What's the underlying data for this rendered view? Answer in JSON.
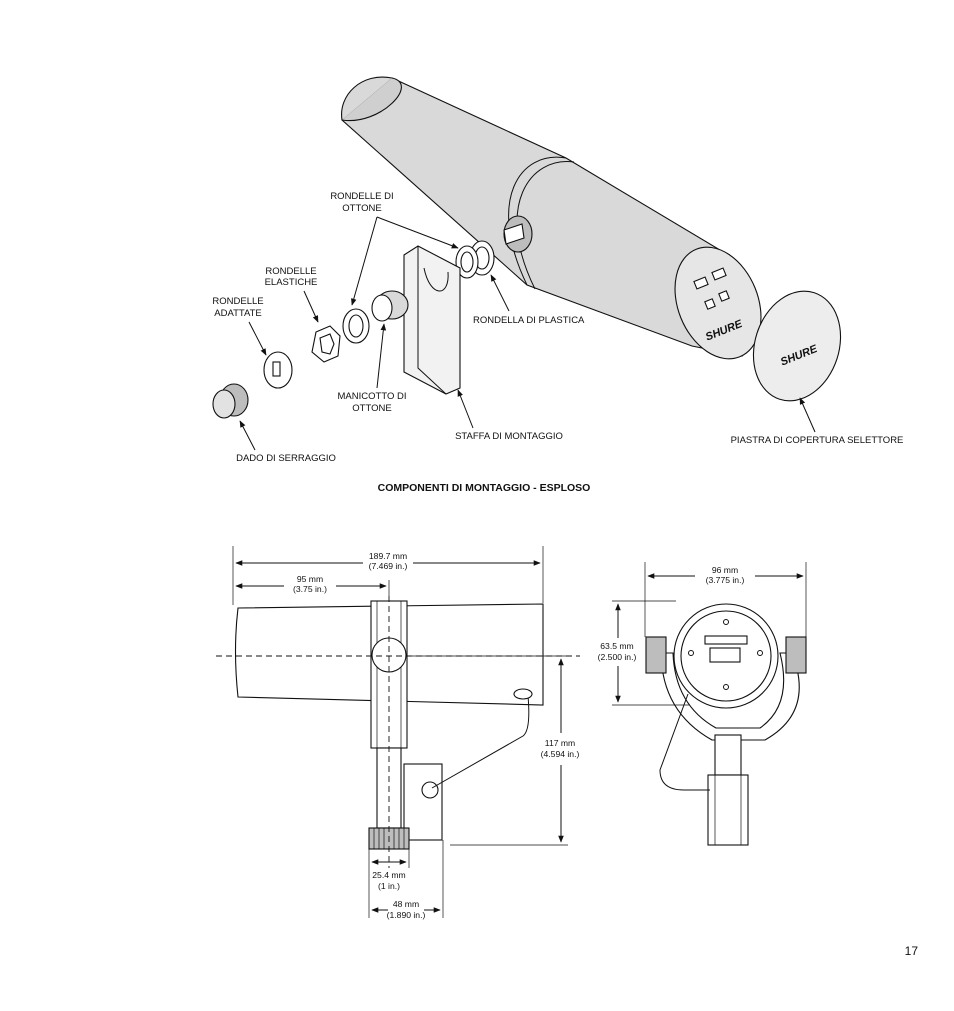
{
  "exploded": {
    "title": "COMPONENTI DI MONTAGGIO - ESPLOSO",
    "labels": {
      "brass_washers_l1": "RONDELLE DI",
      "brass_washers_l2": "OTTONE",
      "spring_washers_l1": "RONDELLE",
      "spring_washers_l2": "ELASTICHE",
      "adapter_washers_l1": "RONDELLE",
      "adapter_washers_l2": "ADATTATE",
      "plastic_washer": "RONDELLA DI PLASTICA",
      "brass_sleeve_l1": "MANICOTTO DI",
      "brass_sleeve_l2": "OTTONE",
      "mount_bracket": "STAFFA DI MONTAGGIO",
      "lock_nut": "DADO DI SERRAGGIO",
      "cover_plate": "PIASTRA DI COPERTURA SELETTORE"
    },
    "logo_text": "SHURE"
  },
  "dimensions": {
    "side": {
      "total_len_mm": "189.7 mm",
      "total_len_in": "(7.469 in.)",
      "pivot_mm": "95 mm",
      "pivot_in": "(3.75 in.)",
      "height_mm": "117 mm",
      "height_in": "(4.594 in.)",
      "nut_mm": "25.4 mm",
      "nut_in": "(1 in.)",
      "base_mm": "48 mm",
      "base_in": "(1.890 in.)"
    },
    "front": {
      "width_mm": "96 mm",
      "width_in": "(3.775 in.)",
      "height_mm": "63.5 mm",
      "height_in": "(2.500 in.)"
    }
  },
  "page_number": "17"
}
